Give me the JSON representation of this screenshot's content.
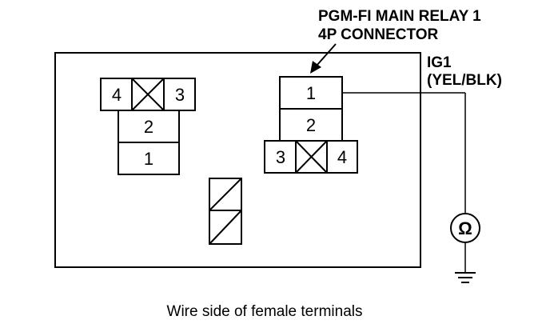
{
  "callout": {
    "line1": "PGM-FI MAIN RELAY 1",
    "line2": "4P CONNECTOR"
  },
  "wire": {
    "name": "IG1",
    "color_label": "(YEL/BLK)"
  },
  "left_connector": {
    "pin_top_left": "4",
    "pin_top_right": "3",
    "pin_middle": "2",
    "pin_bottom": "1"
  },
  "right_connector": {
    "pin_top": "1",
    "pin_middle": "2",
    "pin_bottom_left": "3",
    "pin_bottom_right": "4"
  },
  "meter": {
    "symbol": "Ω"
  },
  "caption": "Wire side of female terminals"
}
